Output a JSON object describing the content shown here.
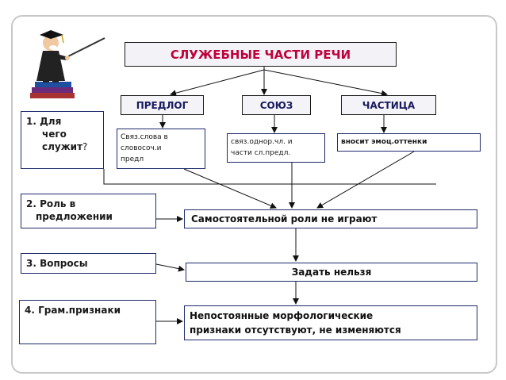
{
  "title": "СЛУЖЕБНЫЕ ЧАСТИ РЕЧИ",
  "categories": [
    "ПРЕДЛОГ",
    "СОЮЗ",
    "ЧАСТИЦА"
  ],
  "descriptions": {
    "predlog": [
      "Связ.слова в",
      "словосоч.и",
      "предл"
    ],
    "soyuz": [
      "связ.однор.чл. и",
      "части сл.предл."
    ],
    "chastitsa": "вносит эмоц.оттенки"
  },
  "left": {
    "q1_lines": [
      "1.  Для",
      "чего",
      "служит"
    ],
    "q1_mark": "?",
    "q2_lines": [
      "2. Роль в",
      "предложении"
    ],
    "q3": "3. Вопросы",
    "q4": "4. Грам.признаки"
  },
  "answers": {
    "a2": "Самостоятельной роли не играют",
    "a3": "Задать нельзя",
    "a4": [
      "Непостоянные морфологические",
      "признаки отсутствуют, не изменяются"
    ]
  },
  "colors": {
    "title": "#c0003a",
    "border": "#1d2a6b",
    "frame": "#c8c8c8"
  }
}
